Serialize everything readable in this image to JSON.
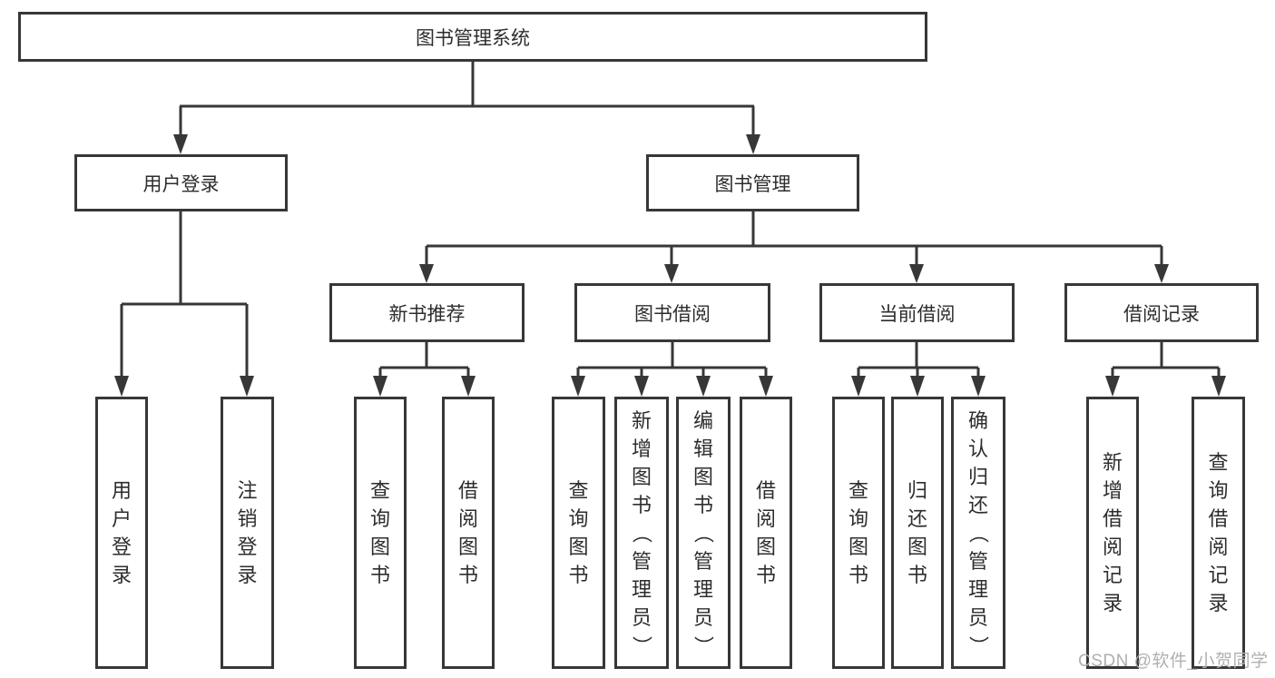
{
  "tree": {
    "root": {
      "label": "图书管理系统"
    },
    "level2": [
      {
        "label": "用户登录"
      },
      {
        "label": "图书管理"
      }
    ],
    "level3": [
      {
        "label": "新书推荐"
      },
      {
        "label": "图书借阅"
      },
      {
        "label": "当前借阅"
      },
      {
        "label": "借阅记录"
      }
    ],
    "leaves": {
      "user_login": [
        "用户登录",
        "注销登录"
      ],
      "new_book_recommendation": [
        "查询图书",
        "借阅图书"
      ],
      "book_borrowing": [
        "查询图书",
        "新增图书（管理员）",
        "编辑图书（管理员）",
        "借阅图书"
      ],
      "current_borrowing": [
        "查询图书",
        "归还图书",
        "确认归还（管理员）"
      ],
      "borrowing_records": [
        "新增借阅记录",
        "查询借阅记录"
      ]
    }
  },
  "watermark": {
    "text": "CSDN @软件_小贺同学"
  },
  "colors": {
    "line": "#373737",
    "box_border": "#373737",
    "text": "#2d2d2d",
    "watermark": "#b0b0b0",
    "background": "#ffffff"
  }
}
